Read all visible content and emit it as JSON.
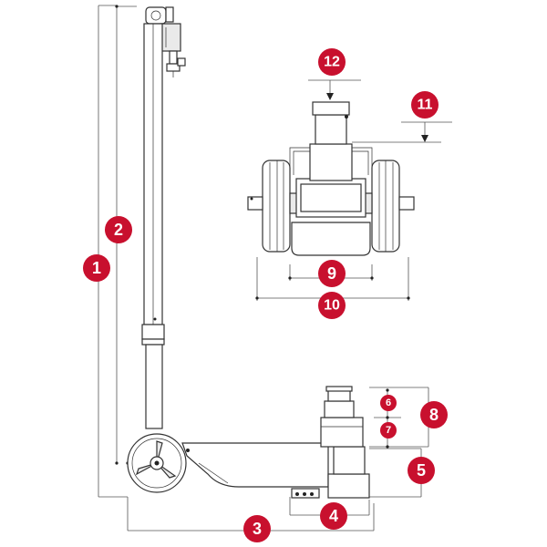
{
  "accent_color": "#c8102e",
  "callouts": [
    {
      "id": "1",
      "label": "1"
    },
    {
      "id": "2",
      "label": "2"
    },
    {
      "id": "3",
      "label": "3"
    },
    {
      "id": "4",
      "label": "4"
    },
    {
      "id": "5",
      "label": "5"
    },
    {
      "id": "6",
      "label": "6"
    },
    {
      "id": "7",
      "label": "7"
    },
    {
      "id": "8",
      "label": "8"
    },
    {
      "id": "9",
      "label": "9"
    },
    {
      "id": "10",
      "label": "10"
    },
    {
      "id": "11",
      "label": "11"
    },
    {
      "id": "12",
      "label": "12"
    }
  ]
}
